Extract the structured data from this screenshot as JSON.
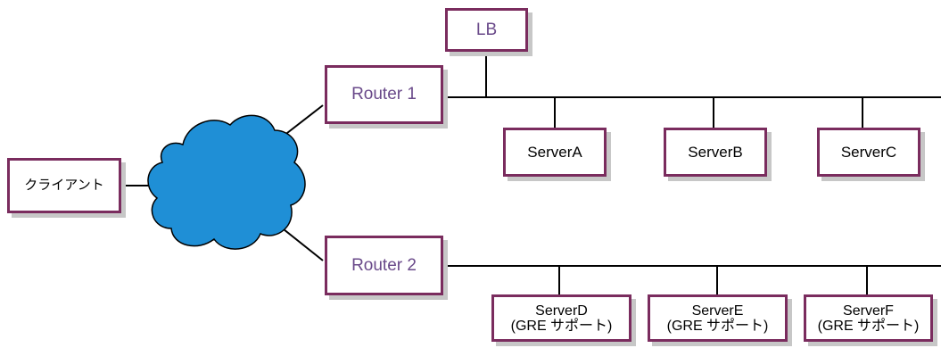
{
  "diagram": {
    "lb": "LB",
    "router1": "Router 1",
    "router2": "Router 2",
    "client": "クライアント",
    "servers": {
      "a": "ServerA",
      "b": "ServerB",
      "c": "ServerC",
      "d": "ServerD",
      "e": "ServerE",
      "f": "ServerF"
    },
    "gre_support": "(GRE サポート)"
  },
  "colors": {
    "box_border": "#7a2c5e",
    "box_shadow": "#c7c7c7",
    "router_text": "#6a4a8a",
    "cloud_fill": "#1f8fd6",
    "cloud_stroke": "#000000",
    "line": "#000000"
  }
}
